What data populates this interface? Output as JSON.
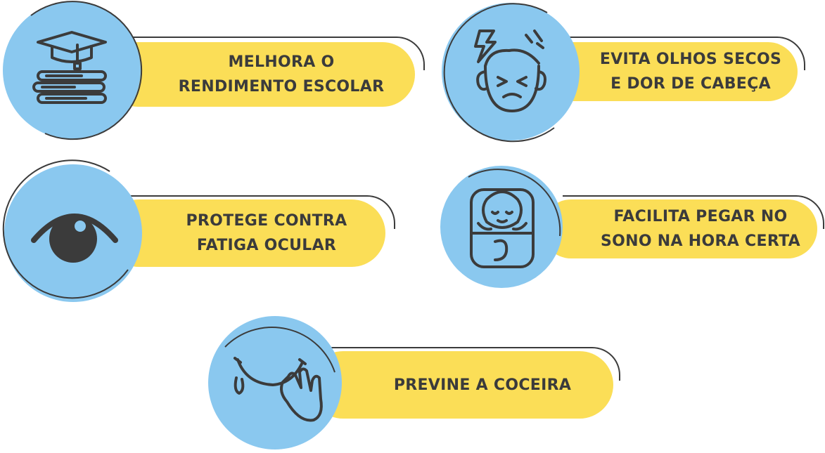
{
  "colors": {
    "circle": "#8ac8ef",
    "pill": "#fbde57",
    "ink": "#3b3b3b"
  },
  "benefits": [
    {
      "text": "MELHORA O\nRENDIMENTO ESCOLAR",
      "icon": "graduation-books-icon"
    },
    {
      "text": "EVITA OLHOS SECOS\nE DOR DE CABEÇA",
      "icon": "headache-face-icon"
    },
    {
      "text": "PROTEGE CONTRA\nFATIGA OCULAR",
      "icon": "eye-icon"
    },
    {
      "text": "FACILITA PEGAR NO\nSONO NA HORA CERTA",
      "icon": "sleeping-child-icon"
    },
    {
      "text": "PREVINE A COCEIRA",
      "icon": "itchy-eye-hand-icon"
    }
  ]
}
